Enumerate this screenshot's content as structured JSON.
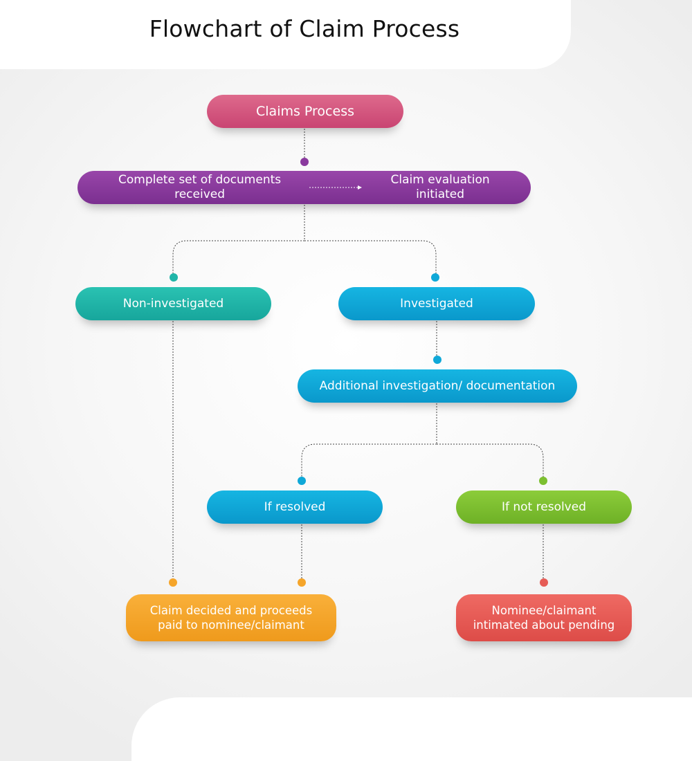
{
  "title": "Flowchart of Claim Process",
  "nodes": {
    "claims_process": "Claims Process",
    "documents_received": "Complete set of documents received",
    "evaluation_initiated": "Claim evaluation initiated",
    "non_investigated": "Non-investigated",
    "investigated": "Investigated",
    "additional_investigation": "Additional investigation/ documentation",
    "if_resolved": "If resolved",
    "if_not_resolved": "If not resolved",
    "claim_decided_line1": "Claim decided and proceeds",
    "claim_decided_line2": "paid to nominee/claimant",
    "nominee_intimated_line1": "Nominee/claimant",
    "nominee_intimated_line2": "intimated about pending"
  },
  "colors": {
    "pink": "#d35580",
    "purple": "#8a3a9e",
    "teal": "#20b5a8",
    "blue": "#0fa8d8",
    "green": "#7cbf30",
    "orange": "#f5a52a",
    "red": "#e65c56"
  }
}
